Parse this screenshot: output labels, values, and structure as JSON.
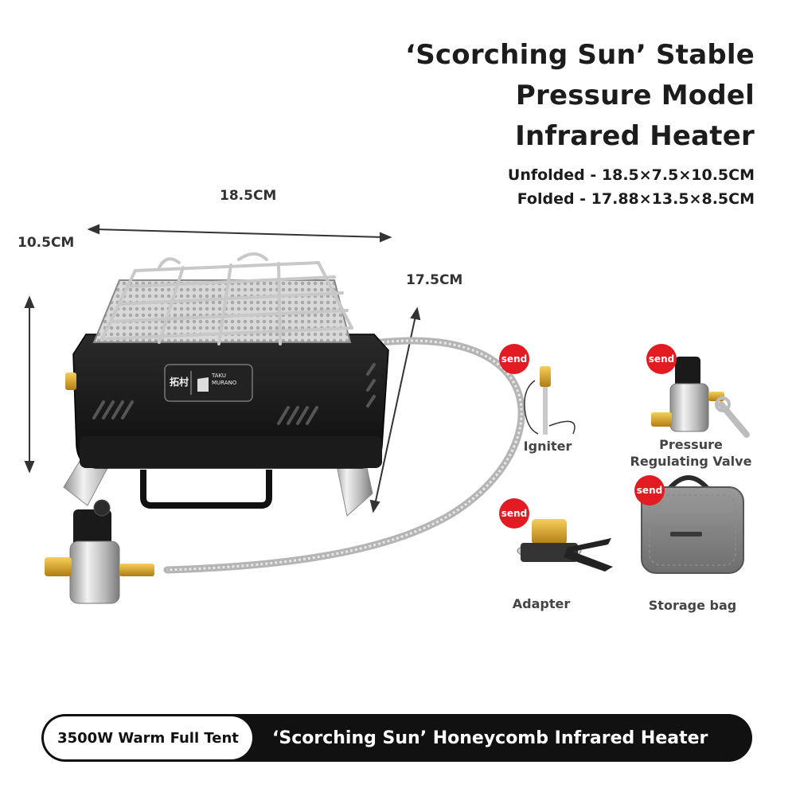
{
  "title": {
    "line1": "‘Scorching Sun’ Stable",
    "line2": "Pressure Model",
    "line3": "Infrared Heater"
  },
  "dimensions": {
    "unfolded": "Unfolded - 18.5×7.5×10.5CM",
    "folded": "Folded - 17.88×13.5×8.5CM"
  },
  "measurements": {
    "width": "18.5CM",
    "height": "10.5CM",
    "depth": "17.5CM"
  },
  "brand": {
    "cn": "拓村",
    "line1": "TAKU",
    "line2": "MURANO"
  },
  "accessories": {
    "badge": "send",
    "igniter": "Igniter",
    "valve_line1": "Pressure",
    "valve_line2": "Regulating Valve",
    "adapter": "Adapter",
    "bag": "Storage bag"
  },
  "banner": {
    "pill": "3500W Warm Full Tent",
    "text": "‘Scorching Sun’ Honeycomb Infrared Heater"
  },
  "colors": {
    "badge": "#e21b23",
    "banner": "#111111",
    "heater_body": "#151515"
  }
}
